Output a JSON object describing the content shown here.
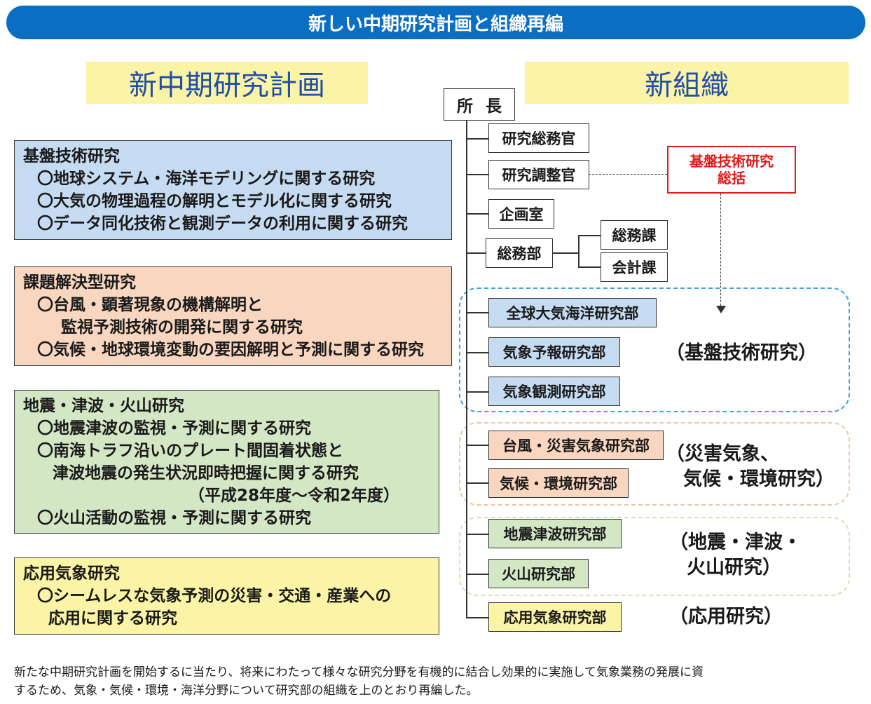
{
  "banner": "新しい中期研究計画と組織再編",
  "headings": {
    "plan": "新中期研究計画",
    "org": "新組織"
  },
  "plan": {
    "basic": {
      "title": "基盤技術研究",
      "items": [
        "〇地球システム・海洋モデリングに関する研究",
        "〇大気の物理過程の解明とモデル化に関する研究",
        "〇データ同化技術と観測データの利用に関する研究"
      ]
    },
    "issue": {
      "title": "課題解決型研究",
      "item1": "〇台風・顕著現象の機構解明と",
      "item1_cont": "監視予測技術の開発に関する研究",
      "item2": "〇気候・地球環境変動の要因解明と予測に関する研究"
    },
    "quake": {
      "title": "地震・津波・火山研究",
      "item1": "〇地震津波の監視・予測に関する研究",
      "item2": "〇南海トラフ沿いのプレート間固着状態と",
      "item2_cont": "津波地震の発生状況即時把握に関する研究",
      "item2_period": "（平成28年度～令和2年度）",
      "item3": "〇火山活動の監視・予測に関する研究"
    },
    "applied": {
      "title": "応用気象研究",
      "item1": "〇シームレスな気象予測の災害・交通・産業への",
      "item1_cont": "応用に関する研究"
    }
  },
  "org": {
    "director": "所長",
    "research_admin": "研究総務官",
    "research_coord": "研究調整官",
    "planning": "企画室",
    "general_affairs": "総務部",
    "general_section": "総務課",
    "accounting": "会計課",
    "supervision_line1": "基盤技術研究",
    "supervision_line2": "総括",
    "global_atmos_ocean": "全球大気海洋研究部",
    "weather_forecast": "気象予報研究部",
    "observation": "気象観測研究部",
    "typhoon_disaster": "台風・災害気象研究部",
    "climate_env": "気候・環境研究部",
    "seismology_tsunami": "地震津波研究部",
    "volcano": "火山研究部",
    "applied_met": "応用気象研究部"
  },
  "categories": {
    "basic": "（基盤技術研究）",
    "disaster_line1": "（災害気象、",
    "disaster_line2": "気候・環境研究）",
    "quake_line1": "（地震・津波・",
    "quake_line2": "火山研究）",
    "applied": "（応用研究）"
  },
  "footer": {
    "line1": "新たな中期研究計画を開始するに当たり、将来にわたって様々な研究分野を有機的に結合し効果的に実施して気象業務の発展に資",
    "line2": "するため、気象・気候・環境・海洋分野について研究部の組織を上のとおり再編した。"
  },
  "colors": {
    "banner": "#0a6fc2",
    "heading_bg": "#fbf3a5",
    "heading_text": "#1f4fa8",
    "basic_bg": "#c5dbf1",
    "issue_bg": "#f8d6bf",
    "quake_bg": "#d4e7c5",
    "applied_bg": "#fbf3a5",
    "supervision": "#e01a1a"
  }
}
